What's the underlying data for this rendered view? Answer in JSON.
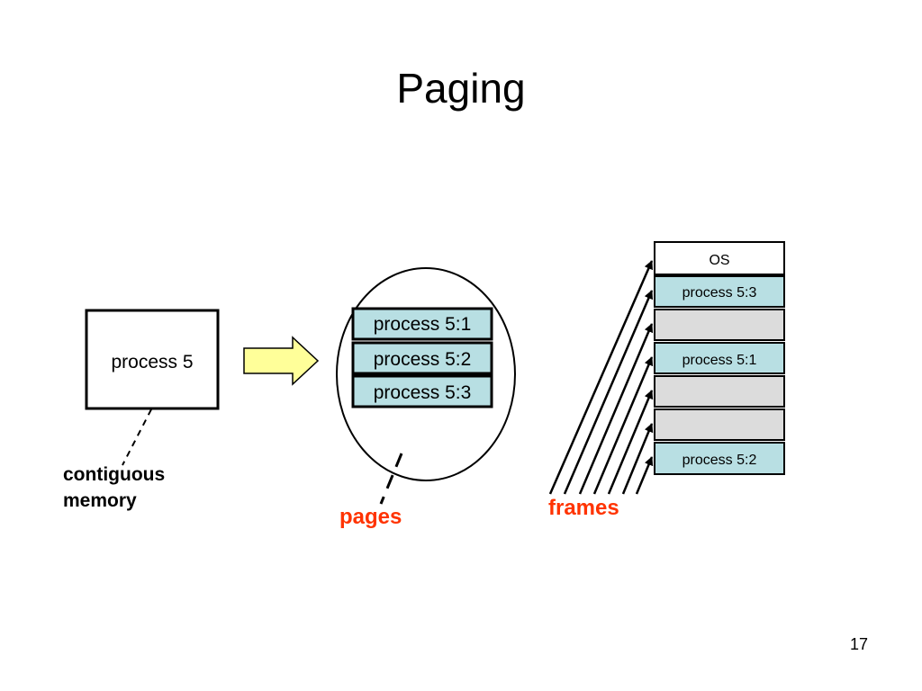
{
  "slide": {
    "title": "Paging",
    "page_number": "17"
  },
  "diagram": {
    "process_box": {
      "label": "process 5",
      "caption_line1": "contiguous",
      "caption_line2": "memory"
    },
    "pages": {
      "items": [
        "process 5:1",
        "process 5:2",
        "process 5:3"
      ],
      "caption": "pages"
    },
    "frames": {
      "caption": "frames",
      "slots": [
        "OS",
        "process 5:3",
        "",
        "process 5:1",
        "",
        "",
        "process 5:2"
      ]
    },
    "colors": {
      "page_fill": "#b8dfe3",
      "empty_frame_fill": "#dcdcdc",
      "arrow_fill": "#ffff99",
      "accent_red": "#ff3300"
    }
  }
}
